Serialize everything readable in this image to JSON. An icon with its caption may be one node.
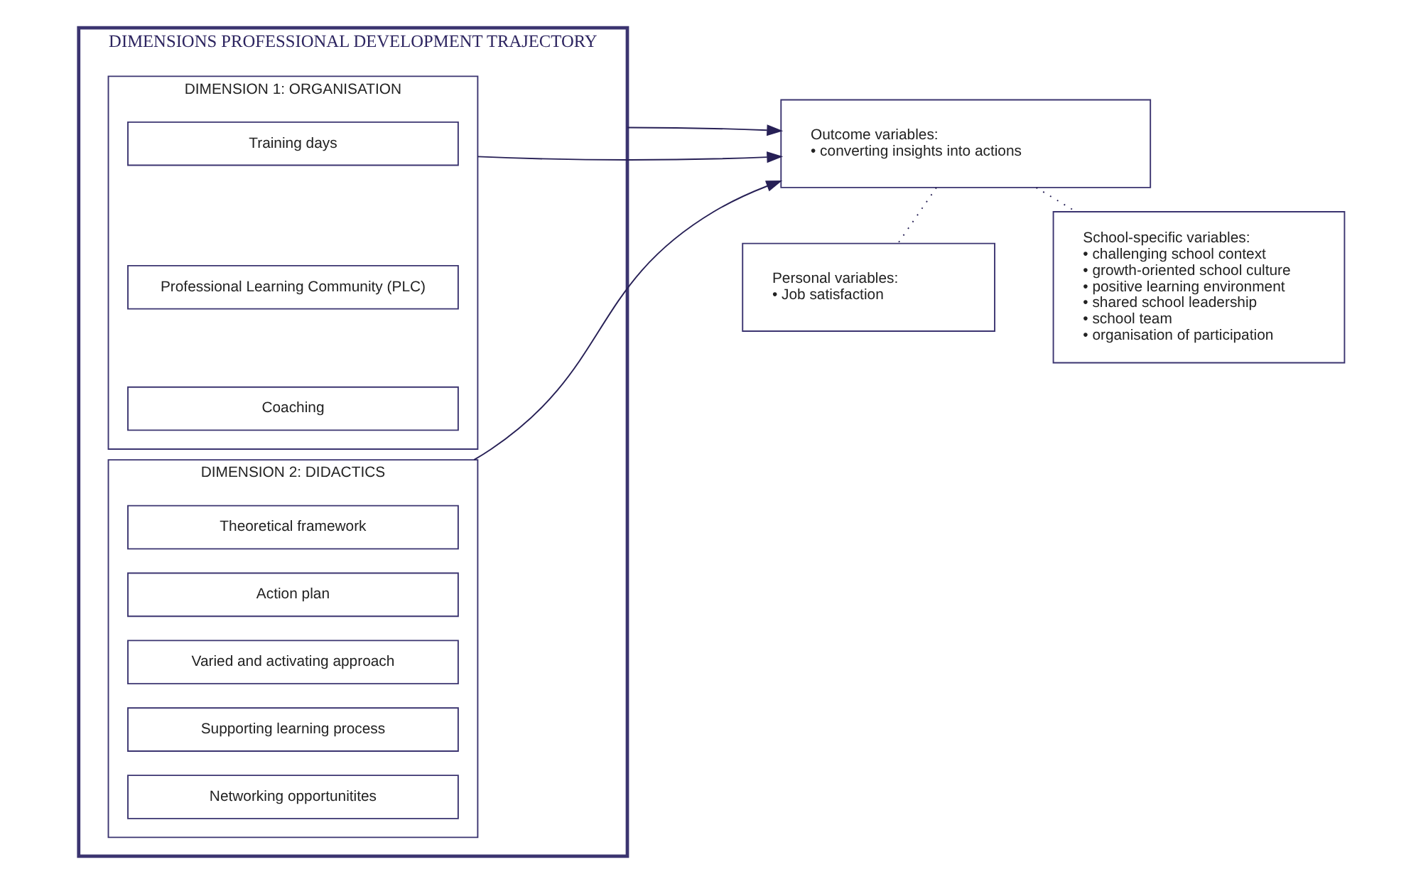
{
  "diagram": {
    "nodes": [
      {
        "text": [
          "DIMENSIONS PROFESSIONAL DEVELOPMENT TRAJECTORY"
        ]
      },
      {
        "text": [
          "DIMENSION 1: ORGANISATION"
        ],
        "in": 0
      },
      {
        "text": [
          "Training days"
        ],
        "in": 1
      },
      {
        "text": [
          "Professional Learning Community (PLC)"
        ],
        "in": 1
      },
      {
        "text": [
          "Coaching"
        ],
        "in": 1
      },
      {
        "text": [
          "DIMENSION 2: DIDACTICS"
        ],
        "in": 0
      },
      {
        "text": [
          "Theoretical framework"
        ],
        "in": 5
      },
      {
        "text": [
          "Action plan"
        ],
        "in": 5
      },
      {
        "text": [
          "Varied and activating approach"
        ],
        "in": 5
      },
      {
        "text": [
          "Supporting learning process"
        ],
        "in": 5
      },
      {
        "text": [
          "Networking opportunitites"
        ],
        "in": 5
      },
      {
        "text": [
          "Outcome variables:",
          "• converting insights into actions"
        ]
      },
      {
        "text": [
          "Personal variables:",
          "• Job satisfaction"
        ]
      },
      {
        "text": [
          "School-specific variables:",
          "• challenging school context",
          "• growth-oriented school culture",
          "• positive learning environment",
          "• shared school leadership",
          "• school team",
          "• organisation of participation"
        ]
      }
    ],
    "edges": [
      {
        "from": 1,
        "to": 11,
        "arrow": "to"
      },
      {
        "from": 0,
        "to": 11,
        "arrow": "to"
      },
      {
        "from": 5,
        "to": 11,
        "arrow": "to"
      },
      {
        "from": 11,
        "to": 12,
        "arrow": "none",
        "style": "dashed"
      },
      {
        "from": 11,
        "to": 13,
        "arrow": "none",
        "style": "dashed"
      }
    ]
  }
}
